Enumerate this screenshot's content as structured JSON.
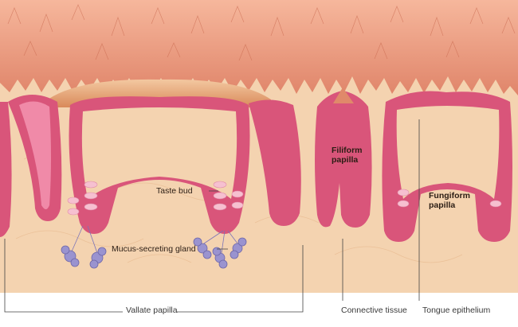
{
  "diagram": {
    "labels": {
      "taste_bud": "Taste bud",
      "mucus_gland": "Mucus-secreting gland",
      "filiform_line1": "Filiform",
      "filiform_line2": "papilla",
      "fungiform_line1": "Fungiform",
      "fungiform_line2": "papilla",
      "vallate": "Vallate papilla",
      "connective": "Connective tissue",
      "epithelium": "Tongue epithelium"
    },
    "colors": {
      "connective_tissue": "#f4d3b0",
      "surface": "#e0896a",
      "epithelium_pink": "#d9557a",
      "epithelium_light": "#f08aa8",
      "fold": "#d98a5a",
      "gland": "#9a93cf"
    }
  }
}
